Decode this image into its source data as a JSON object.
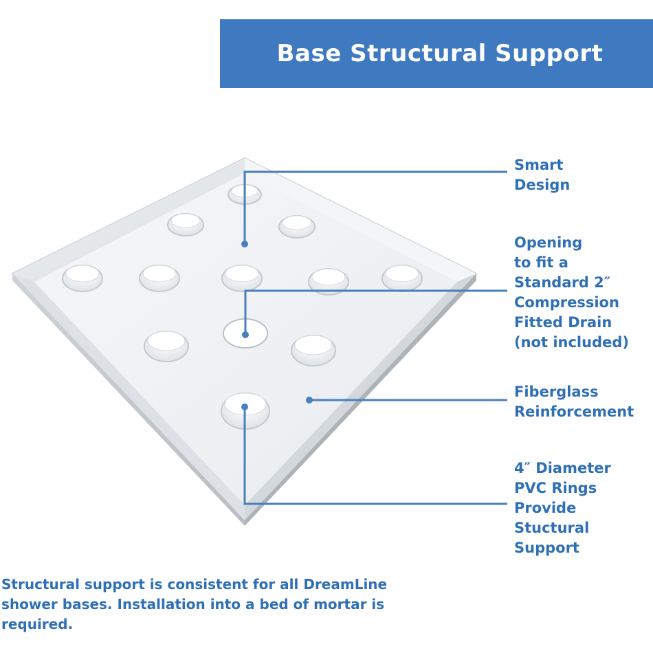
{
  "banner": {
    "title": "Base Structural Support"
  },
  "callouts": [
    {
      "id": "smart",
      "text": "Smart\nDesign"
    },
    {
      "id": "opening",
      "text": "Opening\nto fit a\nStandard 2″\nCompression\nFitted Drain\n(not included)"
    },
    {
      "id": "fiber",
      "text": "Fiberglass\nReinforcement"
    },
    {
      "id": "rings",
      "text": "4″ Diameter\nPVC Rings\nProvide\nStuctural\nSupport"
    }
  ],
  "footnote": "Structural support is consistent for all DreamLine shower bases. Installation into a bed of mortar is required.",
  "colors": {
    "accent": "#3f7ac0",
    "text": "#2f6fb5",
    "leader": "#4a7fbf"
  },
  "icons": [
    "pvc-ring-icon",
    "drain-hole-icon"
  ]
}
